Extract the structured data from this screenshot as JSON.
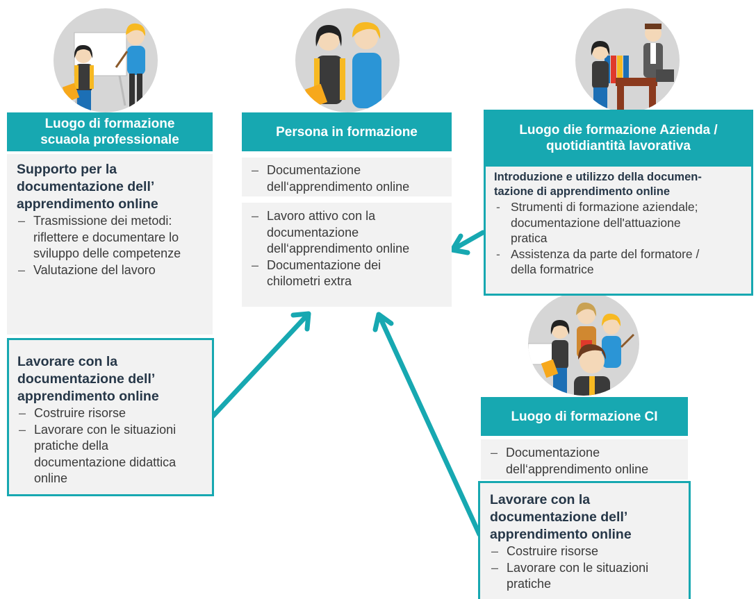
{
  "colors": {
    "accent": "#17a8b1",
    "panel": "#f2f2f2",
    "circle": "#d6d6d6",
    "heading": "#263748"
  },
  "school": {
    "title": "Luogo di formazione scuaola professionale",
    "title_line1": "Luogo di formazione",
    "title_line2": "scuaola professionale",
    "box1": {
      "heading_lines": [
        "Supporto per la",
        "documentazione dell’",
        "apprendimento online"
      ],
      "items": [
        [
          "Trasmissione dei metodi:",
          "riflettere e documentare lo",
          "sviluppo delle competenze"
        ],
        [
          "Valutazione del lavoro"
        ]
      ]
    },
    "box2": {
      "heading_lines": [
        "Lavorare con la",
        "documentazione dell’",
        "apprendimento online"
      ],
      "items": [
        [
          "Costruire risorse"
        ],
        [
          "Lavorare con le situazioni",
          "pratiche della",
          "documentazione didattica",
          "online"
        ]
      ]
    }
  },
  "learner": {
    "title": "Persona in formazione",
    "box1": {
      "items": [
        [
          "Documentazione",
          "dell‘apprendimento online"
        ]
      ]
    },
    "box2": {
      "items": [
        [
          "Lavoro attivo con la",
          "documentazione",
          "dell‘apprendimento online"
        ],
        [
          "Documentazione dei",
          "chilometri extra"
        ]
      ]
    }
  },
  "company": {
    "title_line1": "Luogo die formazione Azienda /",
    "title_line2": "quotidiantità lavorativa",
    "box": {
      "heading_lines": [
        "Introduzione e utilizzo della documen-",
        "tazione di apprendimento online"
      ],
      "items": [
        [
          "Strumenti di formazione aziendale;",
          "documentazione dell'attuazione",
          "pratica"
        ],
        [
          "Assistenza da parte del formatore /",
          "della formatrice"
        ]
      ]
    }
  },
  "ci": {
    "title": "Luogo di formazione CI",
    "box1": {
      "items": [
        [
          "Documentazione",
          "dell‘apprendimento online"
        ]
      ]
    },
    "box2": {
      "heading_lines": [
        "Lavorare con la",
        "documentazione dell’",
        "apprendimento online"
      ],
      "items": [
        [
          "Costruire risorse"
        ],
        [
          "Lavorare con le situazioni",
          "pratiche"
        ]
      ]
    }
  }
}
